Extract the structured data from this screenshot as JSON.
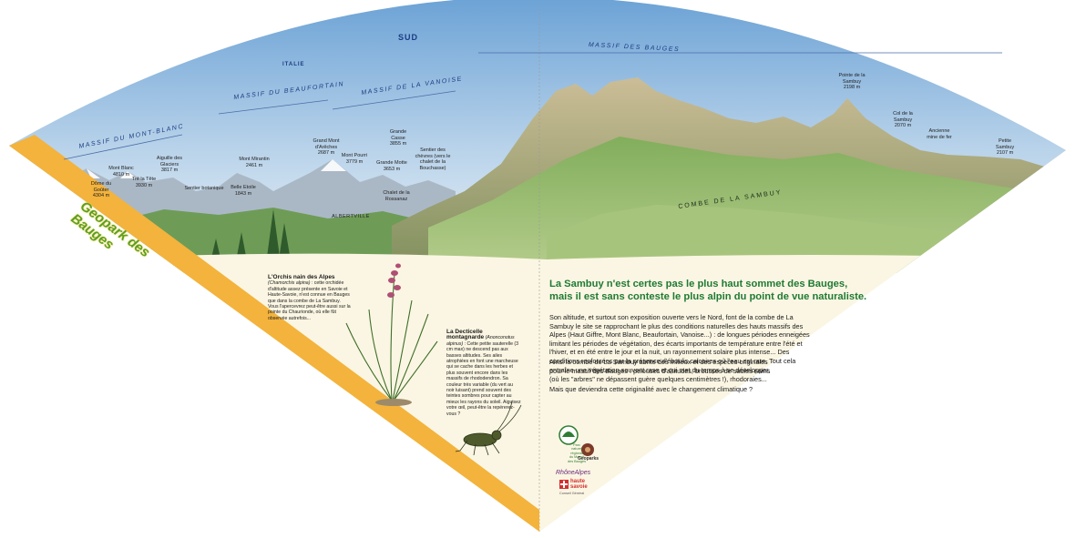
{
  "colors": {
    "sky_top": "#74a7d6",
    "sky_bottom": "#e4eef6",
    "band": "#f3b33c",
    "band_text": "#ffffff",
    "headline": "#1f7a34",
    "massif_label": "#1b3c82",
    "cream": "#fbf6e3"
  },
  "panorama": {
    "direction_label": "SUD",
    "italy_label": "ITALIE",
    "massifs": {
      "mont_blanc": "MASSIF DU MONT-BLANC",
      "beaufortain": "MASSIF DU BEAUFORTAIN",
      "vanoise": "MASSIF DE LA VANOISE",
      "bauges": "MASSIF DES BAUGES"
    },
    "peaks": {
      "dome_gouter_name": "Dôme du Goûter",
      "dome_gouter_alt": "4304 m",
      "mont_blanc_name": "Mont Blanc",
      "mont_blanc_alt": "4810 m",
      "tete_tete_name": "Tré la Tête",
      "tete_tete_alt": "3930 m",
      "glaciers_name": "Aiguille des Glaciers",
      "glaciers_alt": "3817 m",
      "sentier_botanique": "Sentier botanique",
      "mont_mirantin_name": "Mont Mirantin",
      "mont_mirantin_alt": "2461 m",
      "belle_etoile_name": "Belle Etoile",
      "belle_etoile_alt": "1843 m",
      "grand_mont_name": "Grand Mont d'Arêches",
      "grand_mont_alt": "2687 m",
      "mont_pourri_name": "Mont Pourri",
      "mont_pourri_alt": "3779 m",
      "grande_casse_name": "Grande Casse",
      "grande_casse_alt": "3855 m",
      "grande_motte_name": "Grande Motte",
      "grande_motte_alt": "3653 m",
      "sentier_chevres": "Sentier des chèvres (vers le chalet de la Bouchasse)",
      "chalet_rossanaz": "Chalet de la Rossanaz",
      "albertville": "ALBERTVILLE",
      "pointe_sambuy_name": "Pointe de la Sambuy",
      "pointe_sambuy_alt": "2198 m",
      "col_sambuy_name": "Col de la Sambuy",
      "col_sambuy_alt": "2070 m",
      "mine_fer": "Ancienne mine de fer",
      "petite_sambuy_name": "Petite Sambuy",
      "petite_sambuy_alt": "2107 m",
      "combe": "COMBE DE LA SAMBUY"
    }
  },
  "band": {
    "title": "La Sambuy - Seythenex   alt. 1850 m",
    "logo": "Geopark des Bauges"
  },
  "orchid": {
    "title": "L'Orchis nain des Alpes",
    "latin": "(Chamorchis alpina)",
    "text": " : cette orchidée d'altitude assez présente en Savoie et Haute-Savoie, n'est connue en Bauges que dans la combe de La Sambuy. Vous l'apercevrez peut-être aussi sur la pointe du Chaurionde, où elle fût observée autrefois..."
  },
  "decticelle": {
    "title": "La Decticelle montagnarde",
    "latin": "(Anonconotus alpinus)",
    "text": " : Cette petite sauterelle (3 cm max) ne descend pas aux basses altitudes. Ses ailes atrophiées en font une marcheuse qui se cache dans les herbes et plus souvent encore dans les massifs de rhododendron. Sa couleur très variable (du vert au noir luisant) prend souvent des teintes sombres pour capter au mieux les rayons du soleil. Aiguisez votre œil, peut-être la repérerez-vous ?"
  },
  "main": {
    "headline_1": "La Sambuy n'est certes pas le plus haut sommet des Bauges,",
    "headline_2": "mais il est sans conteste le plus alpin du point de vue naturaliste.",
    "paragraph_1": "Son altitude, et surtout son exposition ouverte vers le Nord, font de la combe de La Sambuy le site se rapprochant le plus des conditions naturelles des hauts massifs des Alpes (Haut Giffre, Mont Blanc, Beaufortain, Vanoise...) : de longues périodes enneigées limitant les périodes de végétation, des écarts importants de température entre l'été et l'hiver, et en été entre le jour et la nuit, un rayonnement solaire plus intense... Des conditions renforcées par la présence d'éboulis calcaires où l'eau est rare. Tout cela entraîne une végétation souvent rase et qui met du temps à se développer.",
    "paragraph_2": "Ainsi la combe de La Sambuy abrite des milieux et des espèces originales pour le massif des Bauges : pelouses d'altitudes, brousses de saules nains (où les \"arbres\" ne dépassent guère quelques centimètres !), rhodoraies...",
    "paragraph_3": "Mais que deviendra cette originalité avec le changement climatique ?"
  },
  "logos": {
    "parc_line1": "Parc",
    "parc_line2": "naturel",
    "parc_line3": "régional",
    "parc_line4": "du Massif",
    "parc_line5": "des Bauges",
    "geoparks": "Geoparks",
    "rhone_alpes": "RhôneAlpes",
    "haute_savoie_1": "haute",
    "haute_savoie_2": "savoie",
    "conseil": "Conseil Général"
  }
}
